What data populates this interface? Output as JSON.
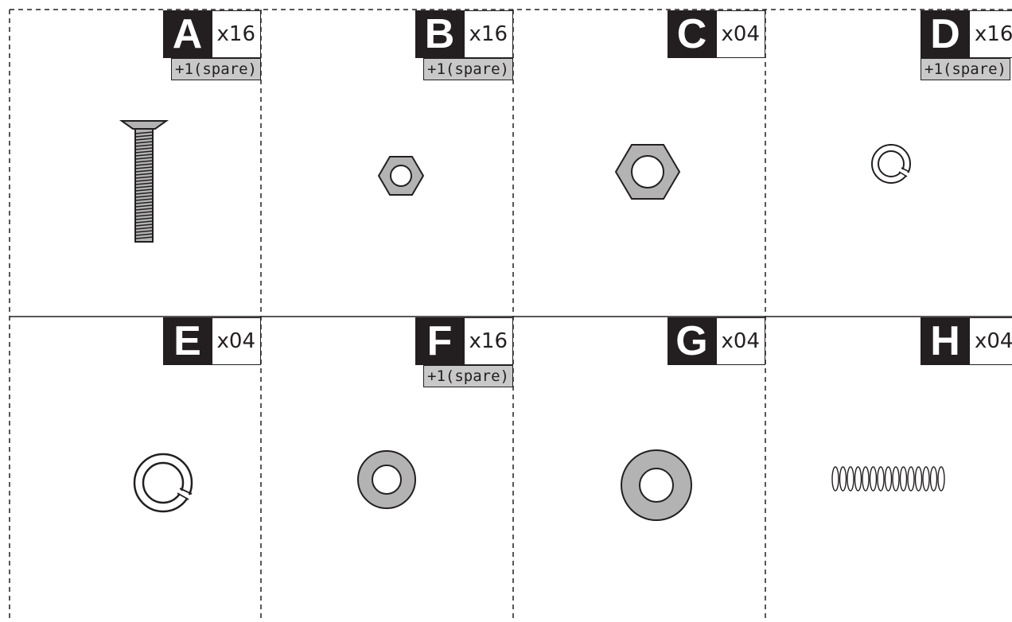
{
  "parts": [
    {
      "letter": "A",
      "quantity": "x16",
      "spare": "+1(spare)",
      "icon": "countersunk-screw-icon"
    },
    {
      "letter": "B",
      "quantity": "x16",
      "spare": "+1(spare)",
      "icon": "small-hex-nut-icon"
    },
    {
      "letter": "C",
      "quantity": "x04",
      "spare": "",
      "icon": "large-hex-nut-icon"
    },
    {
      "letter": "D",
      "quantity": "x16",
      "spare": "+1(spare)",
      "icon": "small-spring-washer-icon"
    },
    {
      "letter": "E",
      "quantity": "x04",
      "spare": "",
      "icon": "large-spring-washer-icon"
    },
    {
      "letter": "F",
      "quantity": "x16",
      "spare": "+1(spare)",
      "icon": "small-flat-washer-icon"
    },
    {
      "letter": "G",
      "quantity": "x04",
      "spare": "",
      "icon": "large-flat-washer-icon"
    },
    {
      "letter": "H",
      "quantity": "x04",
      "spare": "",
      "icon": "threaded-rod-icon"
    }
  ],
  "colors": {
    "ink": "#231f20",
    "metal_gray": "#b3b3b3",
    "spare_bg": "#c8c8c8"
  }
}
